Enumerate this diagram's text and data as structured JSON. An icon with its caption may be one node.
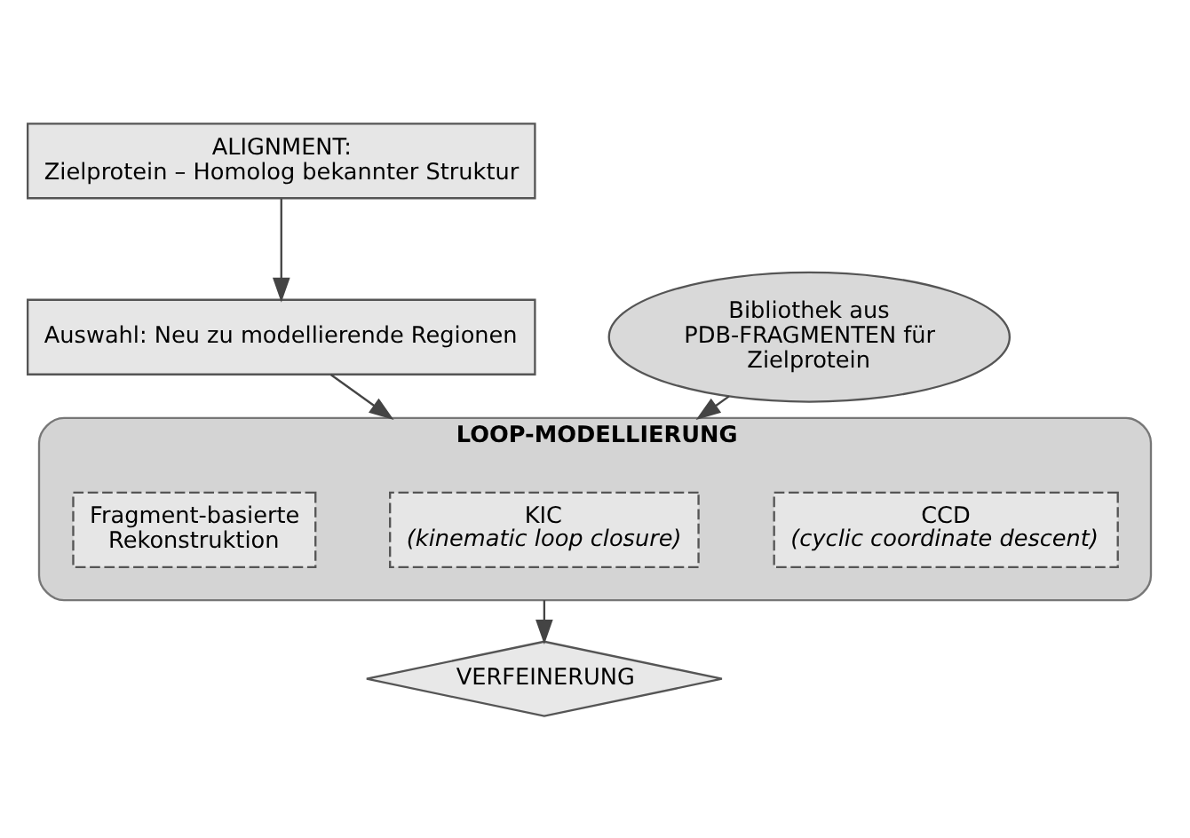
{
  "diagram": {
    "nodes": [
      {
        "text": [
          "ALIGNMENT:",
          "Zielprotein – Homolog bekannter Struktur"
        ]
      },
      {
        "text": [
          "Bibliothek aus PDB-FRAGMENTEN für Zielprotein"
        ]
      },
      {
        "text": [
          "Auswahl: Neu zu modellierende Regionen"
        ]
      },
      {
        "text": [
          "LOOP-MODELLIERUNG"
        ]
      },
      {
        "text": [
          "CCD",
          "(cyclic coordinate descent)"
        ],
        "in": 3
      },
      {
        "text": [
          "KIC",
          "(kinematic loop closure)"
        ],
        "in": 3
      },
      {
        "text": [
          "Fragment-basierte Rekonstruktion"
        ],
        "in": 3
      },
      {
        "text": [
          "VERFEINERUNG"
        ]
      }
    ],
    "edges": [
      {
        "from": 0,
        "to": 2,
        "arrow": "to"
      },
      {
        "from": 2,
        "to": 3,
        "arrow": "to"
      },
      {
        "from": 1,
        "to": 3,
        "arrow": "to"
      },
      {
        "from": 3,
        "to": 7,
        "arrow": "to"
      }
    ]
  }
}
